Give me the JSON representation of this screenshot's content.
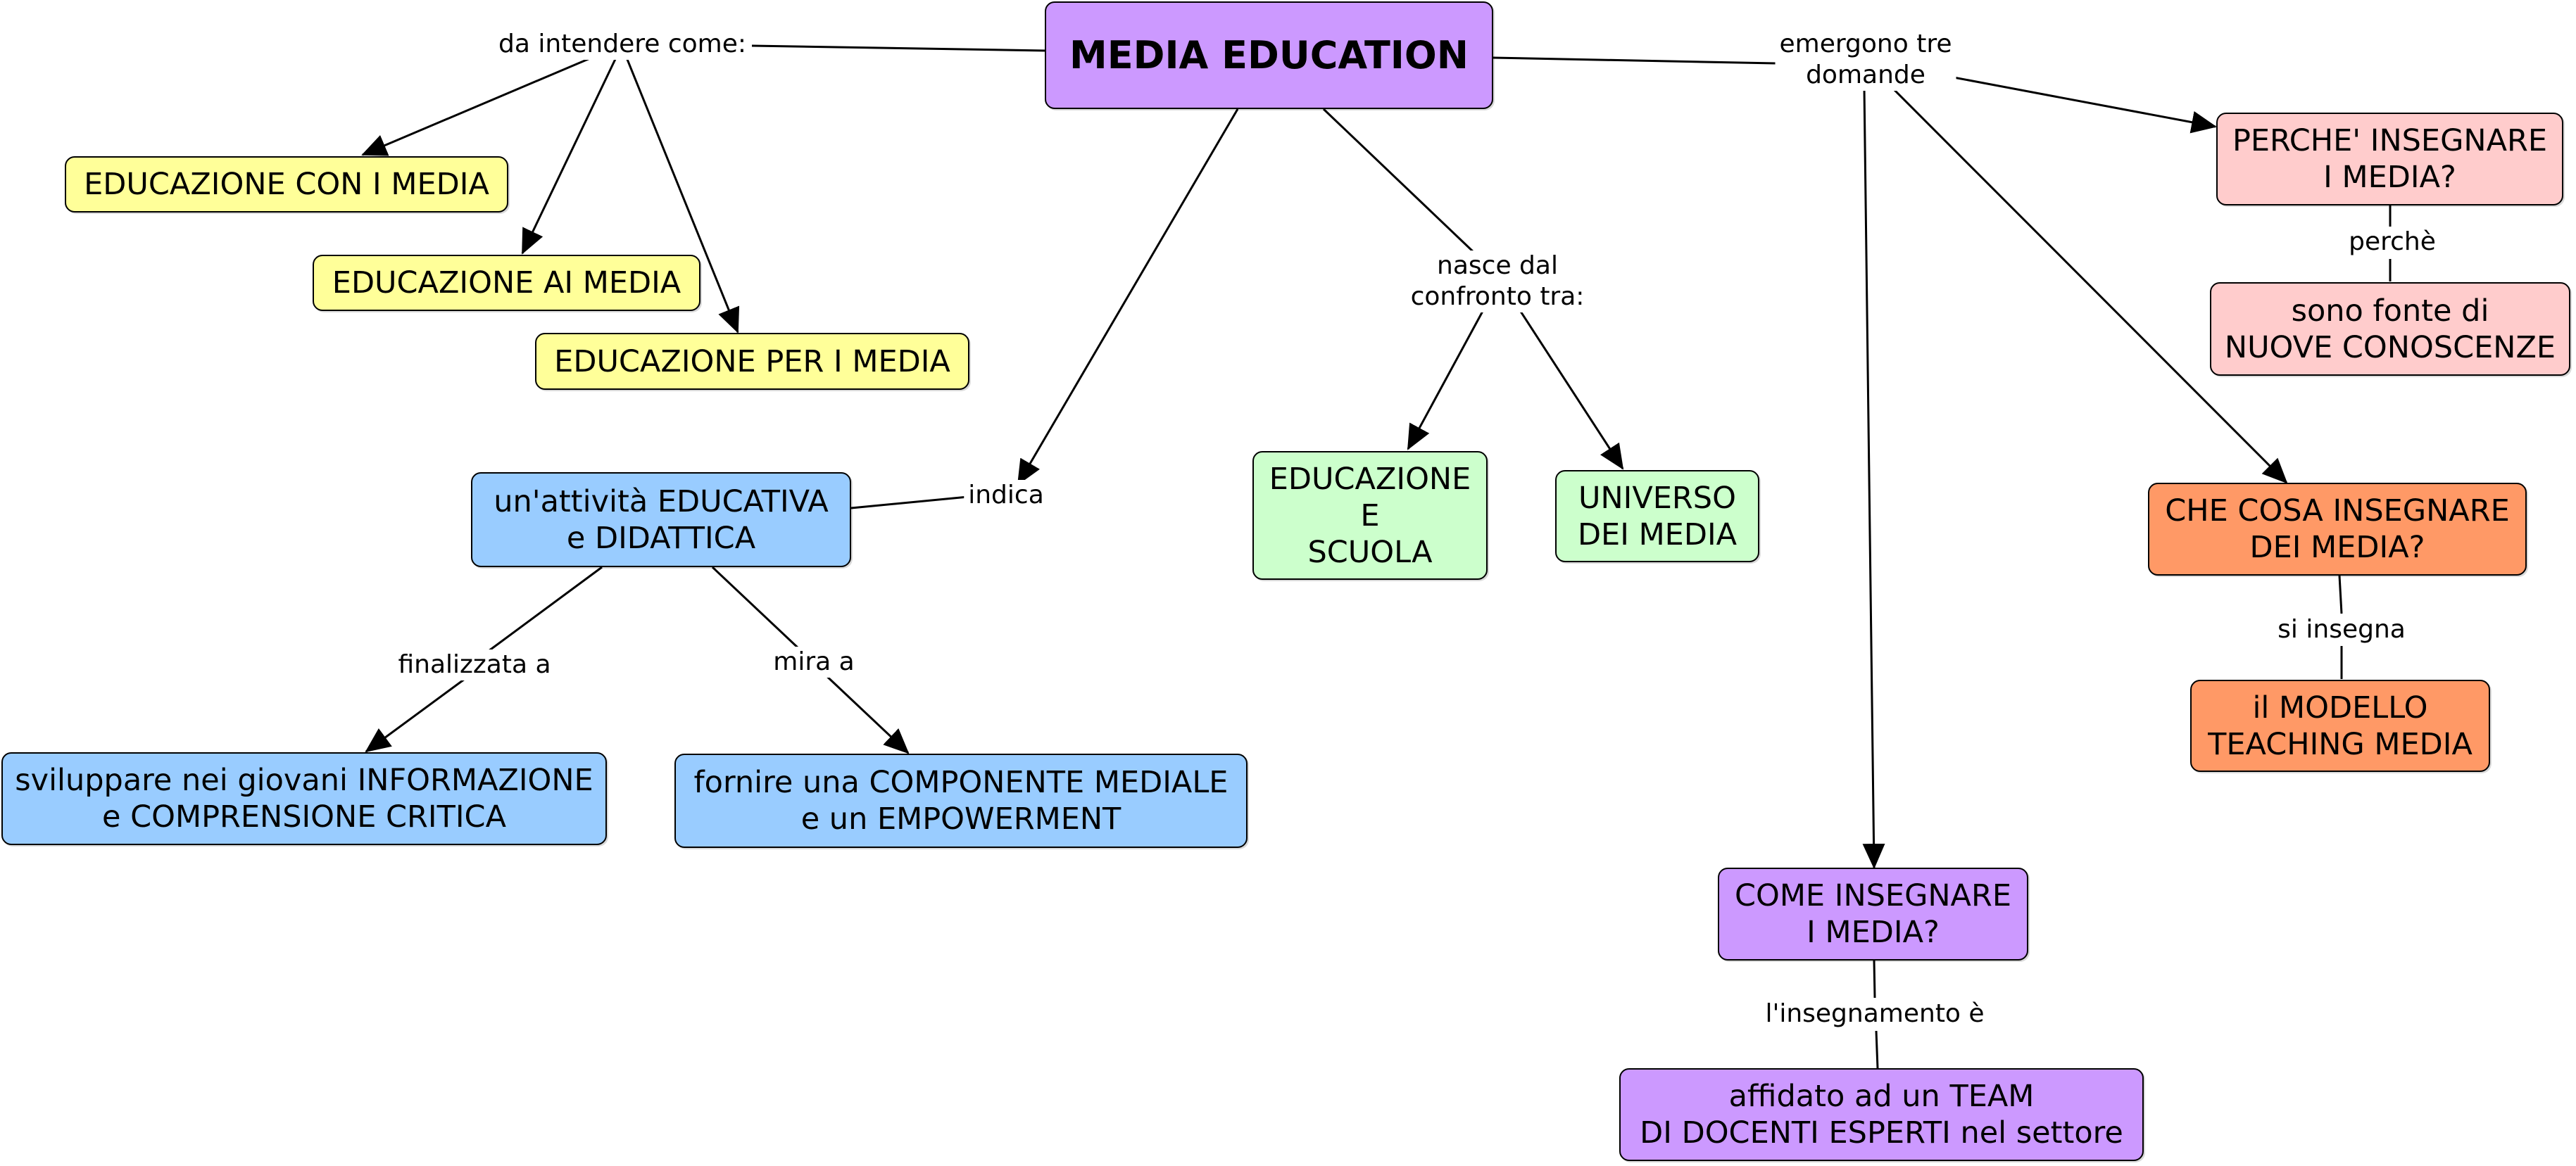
{
  "colors": {
    "purple": "#cc99ff",
    "yellow": "#ffff99",
    "blue": "#99ccff",
    "green": "#ccffcc",
    "pink": "#ffcccc",
    "orange": "#ff9966"
  },
  "nodes": {
    "media_education": "MEDIA EDUCATION",
    "educazione_con": "EDUCAZIONE CON I MEDIA",
    "educazione_ai": "EDUCAZIONE AI MEDIA",
    "educazione_per": "EDUCAZIONE PER I MEDIA",
    "attivita": "un'attività EDUCATIVA\ne DIDATTICA",
    "sviluppare": "sviluppare nei giovani INFORMAZIONE\ne COMPRENSIONE CRITICA",
    "fornire": "fornire una COMPONENTE MEDIALE\ne un EMPOWERMENT",
    "educazione_scuola": "EDUCAZIONE\nE\nSCUOLA",
    "universo": "UNIVERSO\nDEI MEDIA",
    "perche": "PERCHE' INSEGNARE\nI MEDIA?",
    "nuove_conoscenze": "sono fonte di\nNUOVE CONOSCENZE",
    "che_cosa": "CHE COSA INSEGNARE\nDEI MEDIA?",
    "modello": "il MODELLO\nTEACHING MEDIA",
    "come": "COME INSEGNARE\nI MEDIA?",
    "affidato": "affidato ad un TEAM\nDI DOCENTI ESPERTI nel settore"
  },
  "links": {
    "da_intendere": "da intendere come:",
    "emergono": "emergono tre\ndomande",
    "indica": "indica",
    "nasce": "nasce dal\nconfronto tra:",
    "finalizzata": "finalizzata a",
    "mira": "mira a",
    "perche_link": "perchè",
    "si_insegna": "si insegna",
    "insegnamento": "l'insegnamento è"
  }
}
